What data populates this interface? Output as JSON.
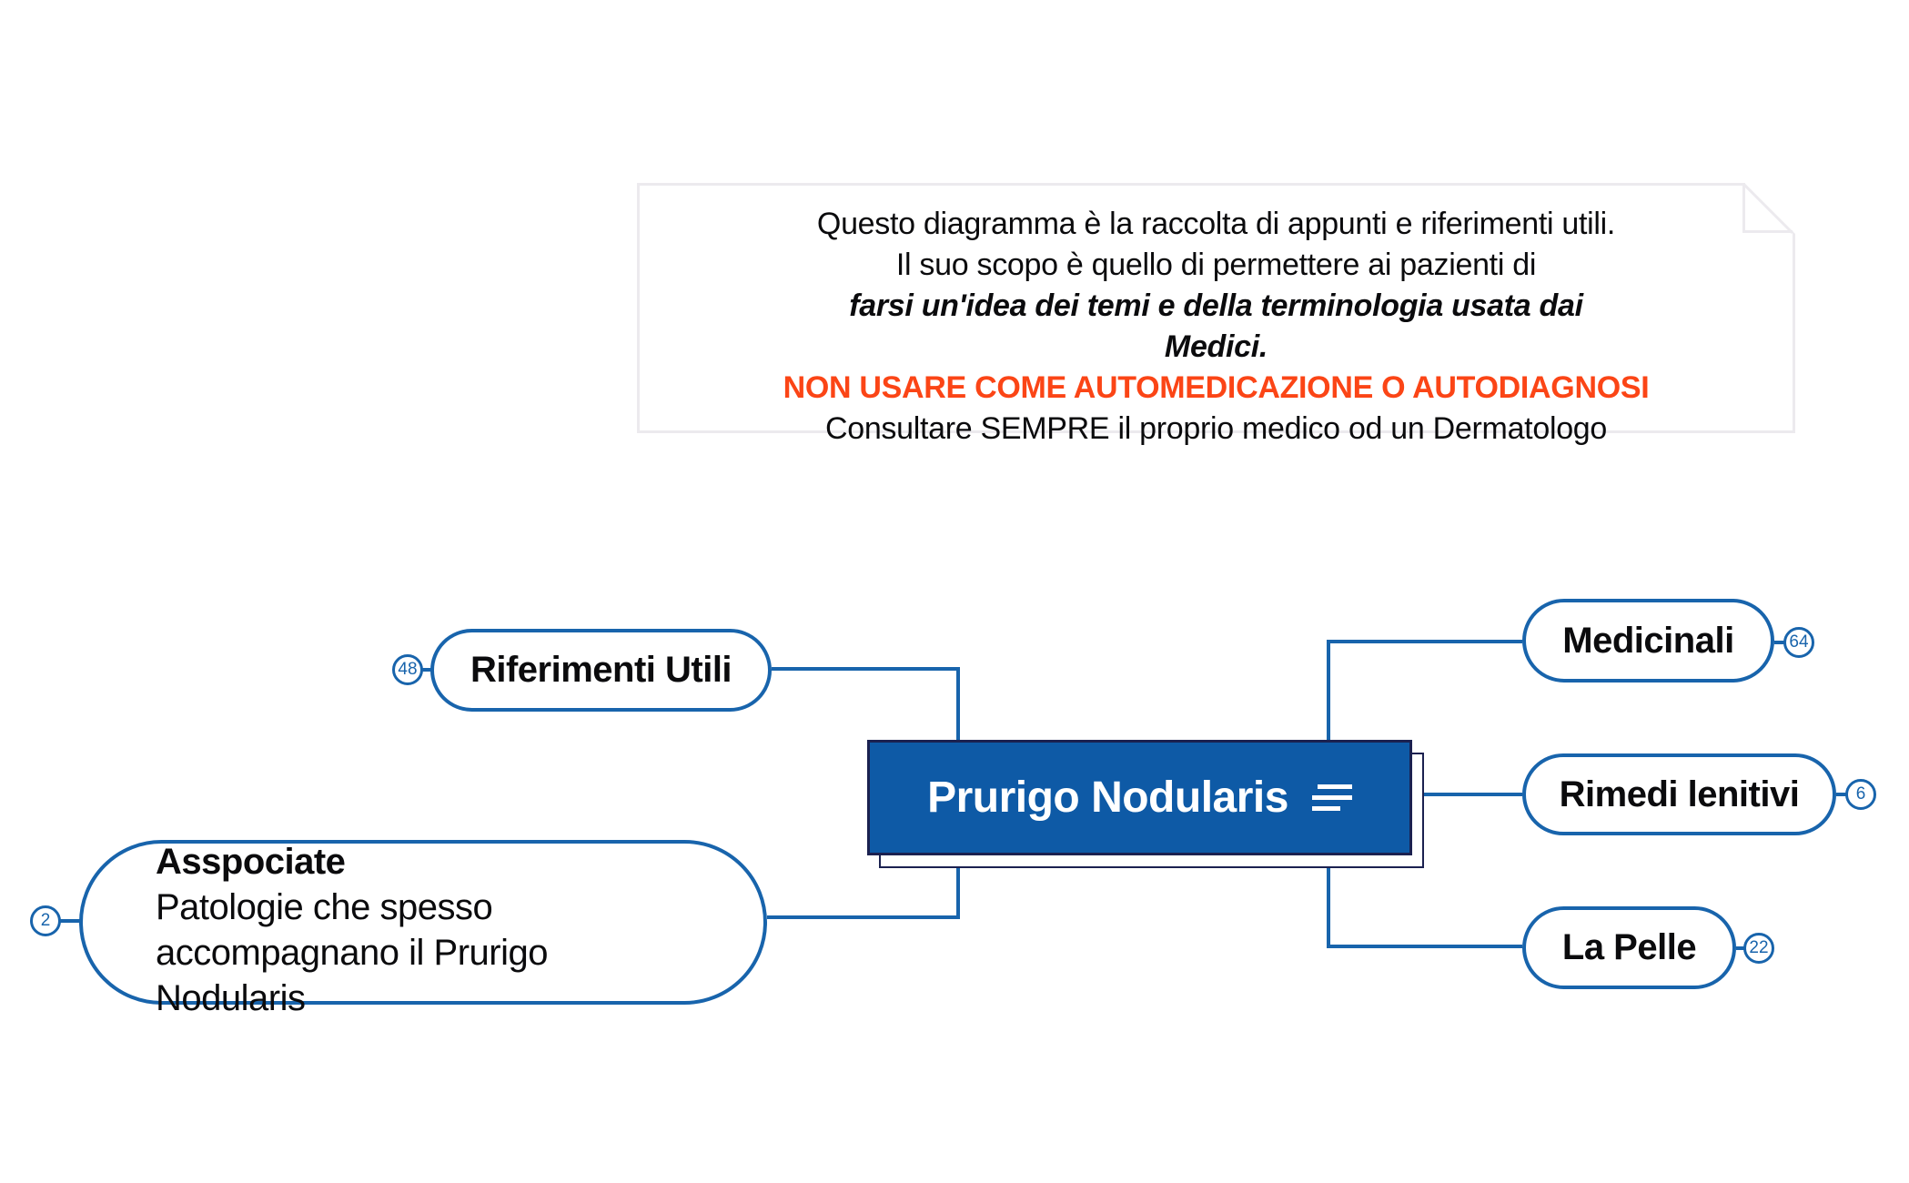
{
  "note": {
    "lines": [
      "Questo diagramma è la raccolta di appunti e riferimenti utili.",
      "Il suo scopo è quello di permettere ai pazienti di",
      "farsi un'idea dei temi e della terminologia usata dai",
      "Medici.",
      "NON USARE COME AUTOMEDICAZIONE O AUTODIAGNOSI",
      "Consultare SEMPRE il proprio medico od un Dermatologo"
    ]
  },
  "map": {
    "root": {
      "label": "Prurigo Nodularis",
      "icon": "notes-icon"
    },
    "branches": [
      {
        "id": "riferimenti-utili",
        "label": "Riferimenti Utili",
        "count": "48"
      },
      {
        "id": "asspociate",
        "title": "Asspociate",
        "body_lines": [
          "Patologie che spesso",
          "accompagnano il Prurigo",
          "Nodularis"
        ],
        "count": "2"
      },
      {
        "id": "medicinali",
        "label": "Medicinali",
        "count": "64"
      },
      {
        "id": "rimedi-lenitivi",
        "label": "Rimedi lenitivi",
        "count": "6"
      },
      {
        "id": "la-pelle",
        "label": "La Pelle",
        "count": "22"
      }
    ]
  },
  "colors": {
    "accent_blue": "#1864AC",
    "node_fill": "#0E5AA6",
    "node_border": "#1B2150",
    "warning_orange": "#FB4516",
    "note_border": "#ECEAEE",
    "text_black": "#0B0B0D"
  }
}
